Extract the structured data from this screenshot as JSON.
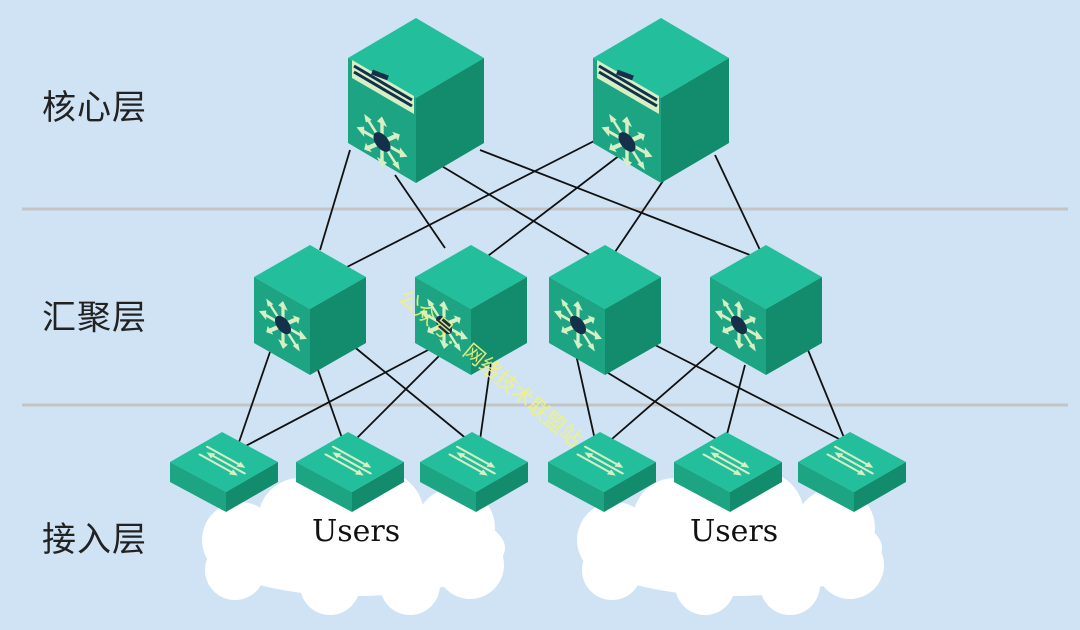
{
  "layers": {
    "core": "核心层",
    "aggregation": "汇聚层",
    "access": "接入层"
  },
  "clouds": {
    "left_label": "Users",
    "right_label": "Users"
  },
  "watermark": "公众号：网络技术联盟站",
  "colors": {
    "background": "#cfe3f5",
    "device_top": "#23bf9c",
    "device_front": "#1ca483",
    "device_side": "#128c6c",
    "icon": "#d6efc4",
    "link": "#111111",
    "divider": "#c4c4c4",
    "cloud": "#ffffff"
  },
  "devices": {
    "core": [
      {
        "name": "core-switch-1",
        "icon": "core-switch-icon"
      },
      {
        "name": "core-switch-2",
        "icon": "core-switch-icon"
      }
    ],
    "aggregation": [
      {
        "name": "agg-switch-1",
        "icon": "layer3-switch-icon"
      },
      {
        "name": "agg-switch-2",
        "icon": "layer3-switch-icon"
      },
      {
        "name": "agg-switch-3",
        "icon": "layer3-switch-icon"
      },
      {
        "name": "agg-switch-4",
        "icon": "layer3-switch-icon"
      }
    ],
    "access": [
      {
        "name": "access-switch-1",
        "icon": "workgroup-switch-icon"
      },
      {
        "name": "access-switch-2",
        "icon": "workgroup-switch-icon"
      },
      {
        "name": "access-switch-3",
        "icon": "workgroup-switch-icon"
      },
      {
        "name": "access-switch-4",
        "icon": "workgroup-switch-icon"
      },
      {
        "name": "access-switch-5",
        "icon": "workgroup-switch-icon"
      },
      {
        "name": "access-switch-6",
        "icon": "workgroup-switch-icon"
      }
    ]
  }
}
